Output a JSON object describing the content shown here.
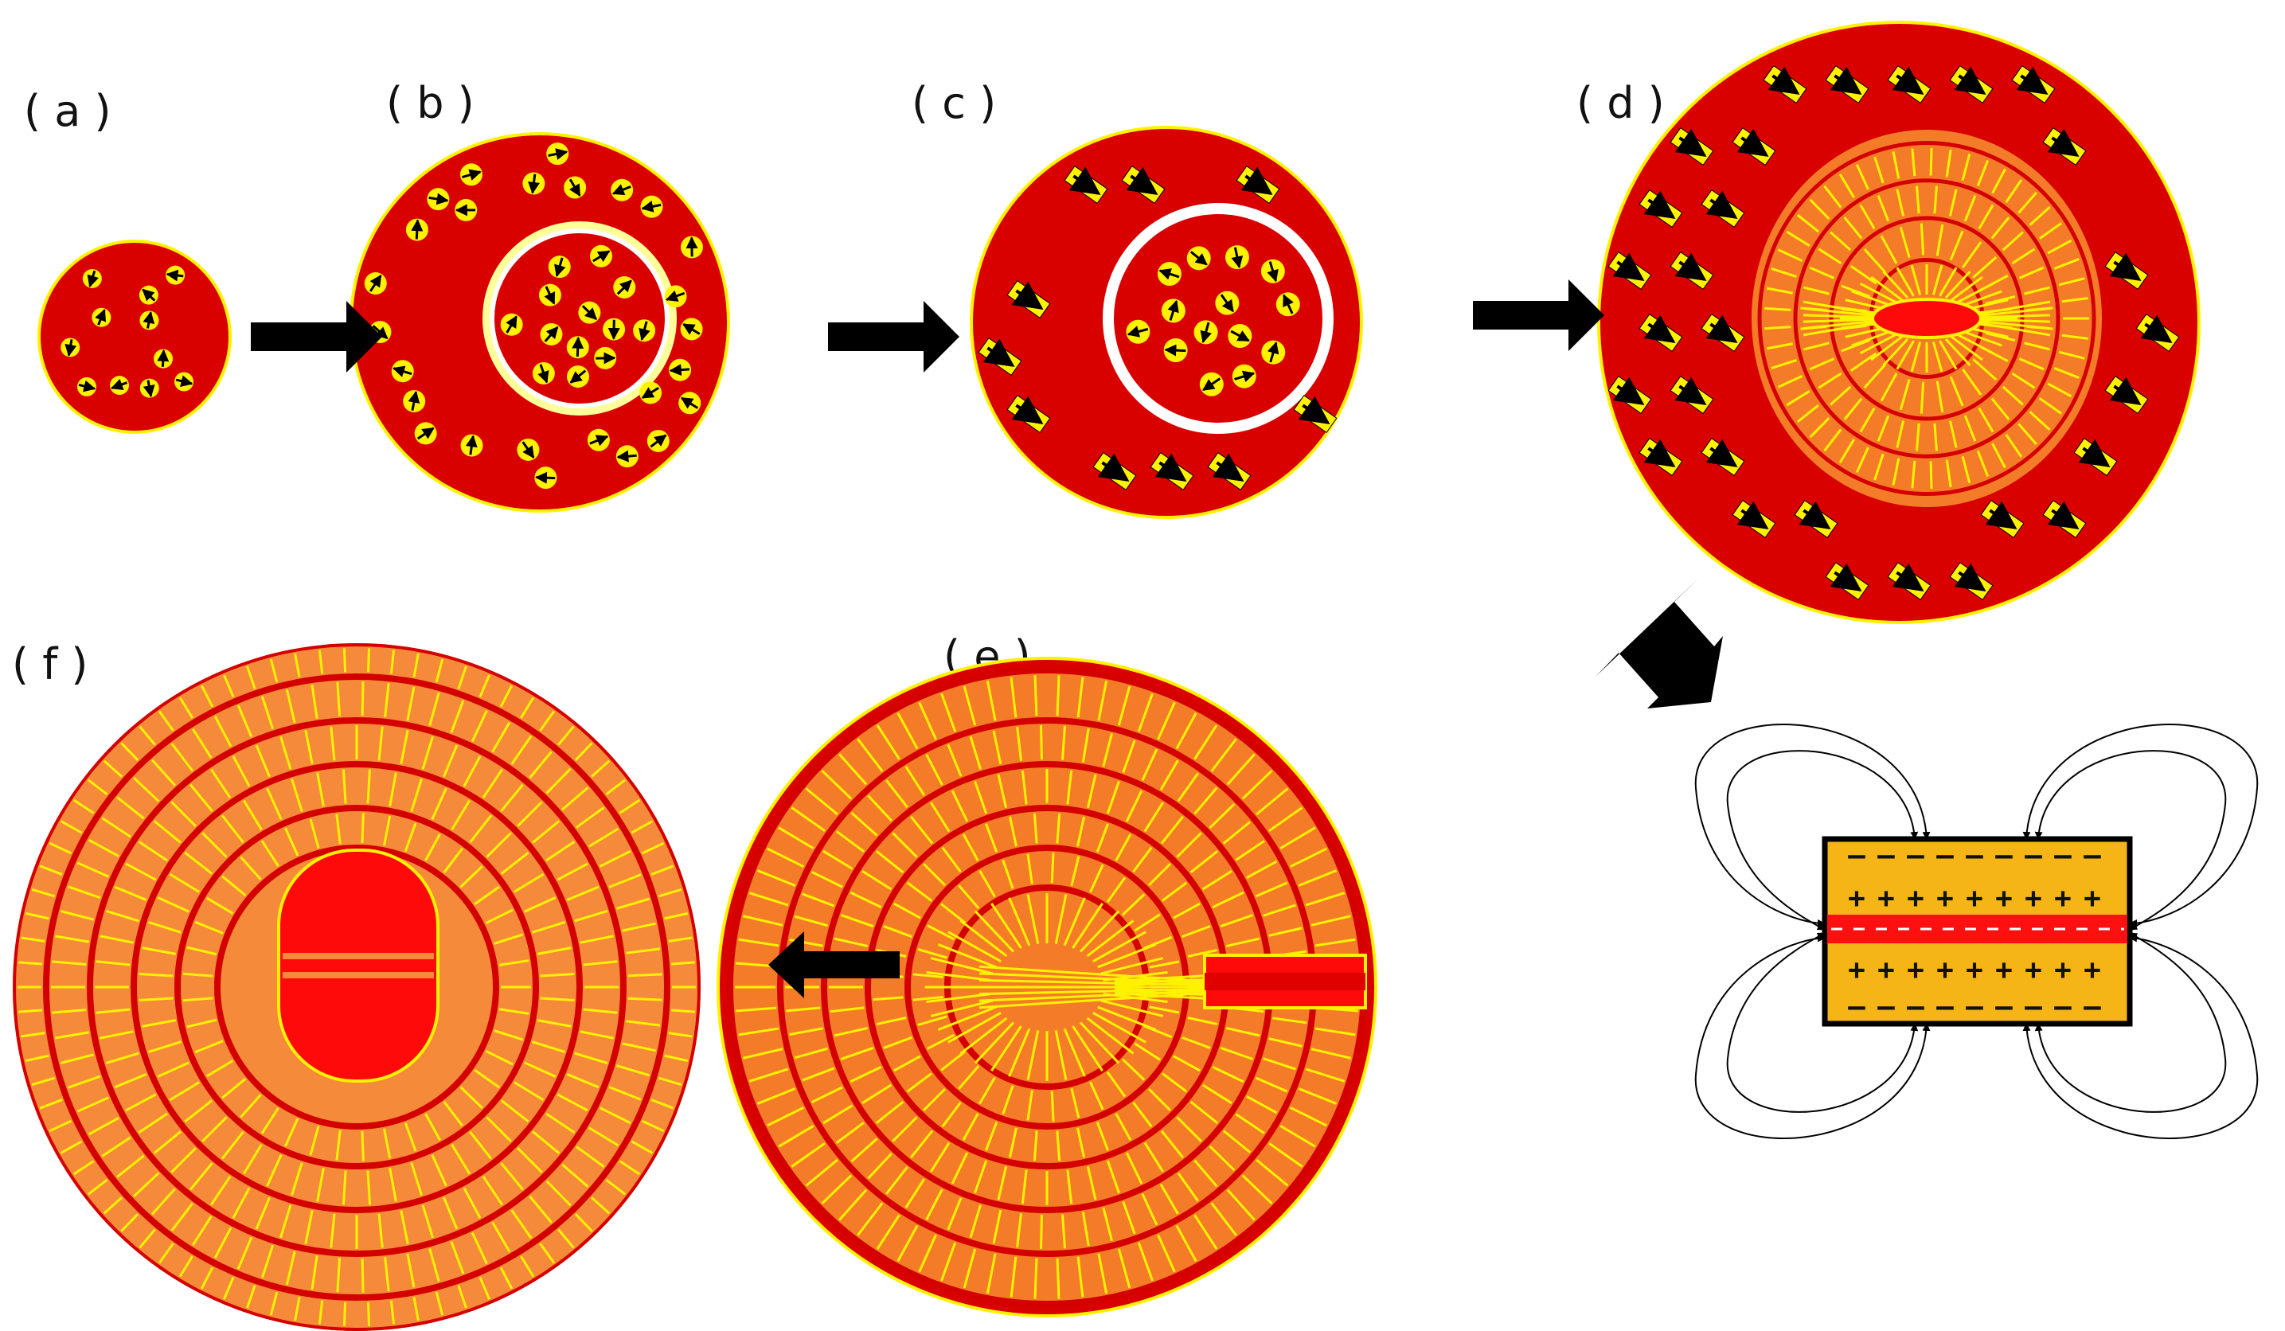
{
  "panels": [
    {
      "id": "a",
      "label": "( a )"
    },
    {
      "id": "b",
      "label": "( b )"
    },
    {
      "id": "c",
      "label": "( c )"
    },
    {
      "id": "d",
      "label": "( d )"
    },
    {
      "id": "e",
      "label": "( e )"
    },
    {
      "id": "f",
      "label": "( f )"
    }
  ],
  "inset": {
    "plus_sign": "+",
    "minus_sign": "–"
  },
  "colors": {
    "red": "#D90000",
    "bright_red": "#FF0A0A",
    "orange": "#F47C28",
    "light_orange": "#F58A3A",
    "yellow": "#FFF200",
    "pale_yellow": "#FFFF66",
    "gold": "#F6B516",
    "black": "#000000",
    "white": "#FFFFFF"
  }
}
